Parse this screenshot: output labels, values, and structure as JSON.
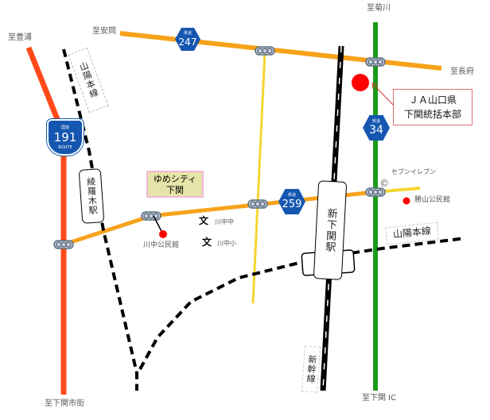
{
  "directions": {
    "toyoura": "至豊浦",
    "yasuoka": "至安岡",
    "kikugawa": "至菊川",
    "chofu": "至長府",
    "shimonoseki_city": "至下関市街",
    "shimonoseki_ic": "至下関 IC"
  },
  "routes": {
    "r191": {
      "top": "国道",
      "number": "191",
      "bottom": "ROUTE"
    },
    "r247": {
      "top": "県道",
      "number": "247"
    },
    "r34": {
      "top": "県道",
      "number": "34"
    },
    "r259": {
      "top": "県道",
      "number": "259"
    }
  },
  "rail_labels": {
    "sanyo_upper": "山陽本線",
    "sanyo_lower": "山陽本線",
    "shinkansen": "新幹線"
  },
  "stations": {
    "ayaragi": "綾羅木駅",
    "shin_shimonoseki": "新下関駅"
  },
  "landmarks": {
    "yume_city": [
      "ゆめシティ",
      "下関"
    ],
    "kawanaka_hall": "川中公民館",
    "kawanaka_jhs": "川中中",
    "kawanaka_es": "川中小",
    "seven_eleven": "セブンイレブン",
    "katsuyama_hall": "勝山公民館",
    "school_symbol": "文",
    "store_symbol": "©"
  },
  "destination": {
    "line1": "ＪＡ山口県",
    "line2": "下関統括本部"
  },
  "colors": {
    "route191": "#ff4a1a",
    "orange_road": "#f7a21b",
    "yellow_road": "#f5d531",
    "green_road": "#1a9a1a",
    "sign_blue": "#1557b0",
    "target": "#ff0000"
  }
}
